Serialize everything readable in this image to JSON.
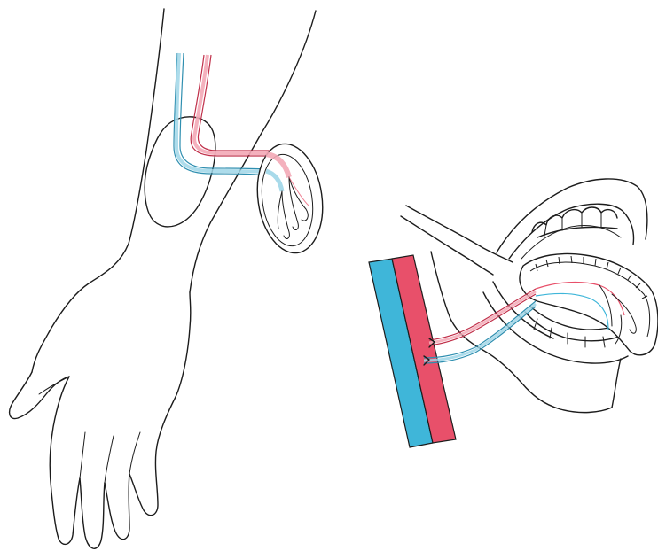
{
  "illustration": {
    "panels": [
      "forearm-free-flap-harvest",
      "oral-reconstruction-with-anastomosis"
    ],
    "colors": {
      "artery": "#e8506a",
      "artery_light": "#f3a9b6",
      "vein": "#3fb6d9",
      "vein_light": "#9fd6e8",
      "ink": "#1c1c1c",
      "tissue_pink": "#f6c3cb",
      "paper": "#ffffff"
    },
    "icons": [
      "arm-outline",
      "hand-outline",
      "skin-flap",
      "open-mouth",
      "teeth",
      "tongue-flap",
      "neck-artery",
      "neck-vein"
    ]
  }
}
